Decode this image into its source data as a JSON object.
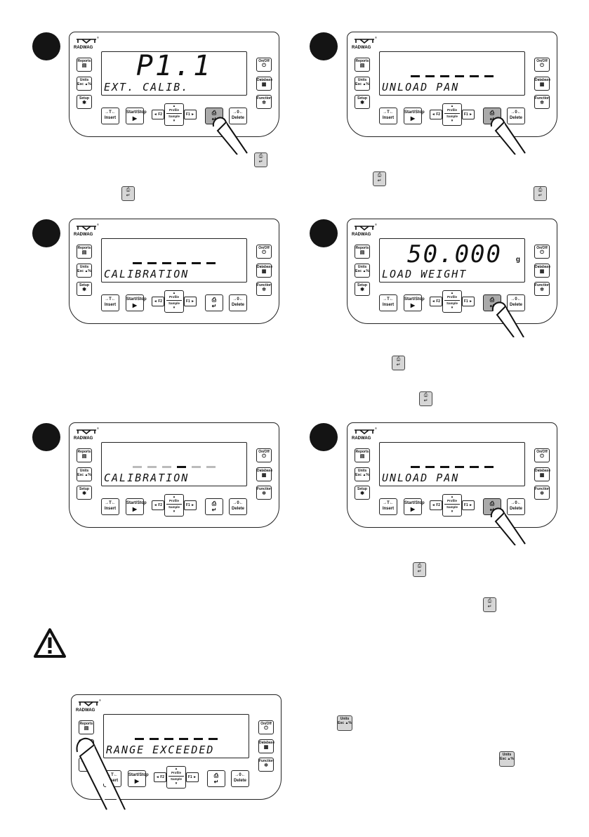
{
  "icons": {
    "enter": "enter-key-icon",
    "units": "units-esc-key-icon",
    "warning": "warning-triangle-icon",
    "finger": "pressing-finger-icon"
  },
  "keys": {
    "reports": "Reports",
    "units": "Units",
    "esc": "Esc",
    "setup": "Setup",
    "on_off": "On/Off",
    "database": "Database",
    "function": "Function",
    "tare": "→T←",
    "insert": "Insert",
    "start_stop": "Start/Stop",
    "f2": "◄ F2",
    "f1": "F1 ►",
    "profile": "Profile",
    "sample": "Sample",
    "zero": "→0←",
    "delete": "Delete",
    "percent": "%"
  },
  "panels": [
    {
      "main": "P1.1",
      "message": "EXT. CALIB.",
      "mode": "big",
      "pressed": "enter"
    },
    {
      "main": "------",
      "message": "UNLOAD PAN",
      "mode": "dashes",
      "pressed": "enter"
    },
    {
      "main": "------",
      "message": "CALIBRATION",
      "mode": "dashes",
      "pressed": ""
    },
    {
      "main": "50.000",
      "unit": "g",
      "message": "LOAD WEIGHT",
      "mode": "big",
      "pressed": "enter"
    },
    {
      "main": "------",
      "message": "CALIBRATION",
      "mode": "progress",
      "pressed": ""
    },
    {
      "main": "------",
      "message": "UNLOAD PAN",
      "mode": "dashes",
      "pressed": "enter"
    },
    {
      "main": "------",
      "message": "RANGE EXCEEDED",
      "mode": "dashes",
      "pressed": "units"
    }
  ],
  "colors": {
    "ink": "#111111",
    "pressed_key": "#aaaaaa",
    "dim_segment": "#bbbbbb"
  }
}
